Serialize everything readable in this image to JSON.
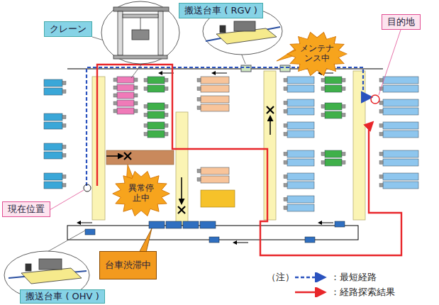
{
  "diagram": {
    "nodes": [
      {
        "text": [
          "クレーン"
        ]
      },
      {
        "text": [
          "搬送台車 ( RGV )"
        ]
      },
      {
        "text": [
          "メンテナンス中"
        ]
      },
      {
        "text": [
          "目的地"
        ]
      },
      {
        "text": [
          "異常停止中"
        ]
      },
      {
        "text": [
          "現在位置"
        ]
      },
      {
        "text": [
          "台車渋滞中"
        ]
      },
      {
        "text": [
          "搬送台車 ( OHV )"
        ]
      }
    ],
    "labels": [
      "（注）"
    ],
    "legend": [
      {
        "text": "：最短経路"
      },
      {
        "text": "：経路探索結果"
      }
    ]
  }
}
